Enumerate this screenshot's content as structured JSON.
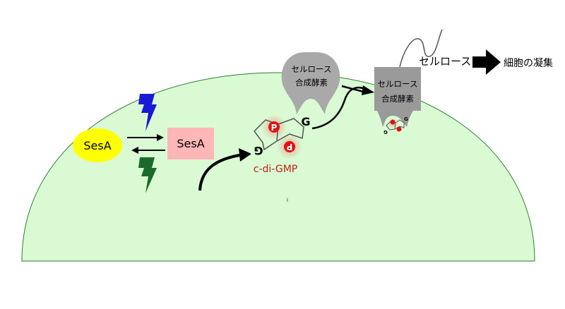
{
  "labels": {
    "sesa_inactive": "SesA",
    "sesa_active": "SesA",
    "cdigmp": "c-di-GMP",
    "enzyme_free_line1": "セルロース",
    "enzyme_free_line2": "合成酵素",
    "enzyme_bound_line1": "セルロース",
    "enzyme_bound_line2": "合成酵素",
    "cellulose": "セルロース",
    "aggregation": "細胞の凝集",
    "phosphate": "P",
    "guanine": "G",
    "small_mark": "i"
  },
  "colors": {
    "cell_fill": "#d9fad3",
    "cell_stroke": "#2e7d32",
    "sesa_inactive_fill": "#ffff00",
    "sesa_active_fill": "#ffb6b6",
    "blue_light": "#1a1ad6",
    "green_light": "#1a6b2a",
    "phosphate_red": "#e01010",
    "cdigmp_text": "#c0201a",
    "enzyme_gray": "#a9a9a9",
    "enzyme_bound_gray": "#9a9a9a"
  }
}
